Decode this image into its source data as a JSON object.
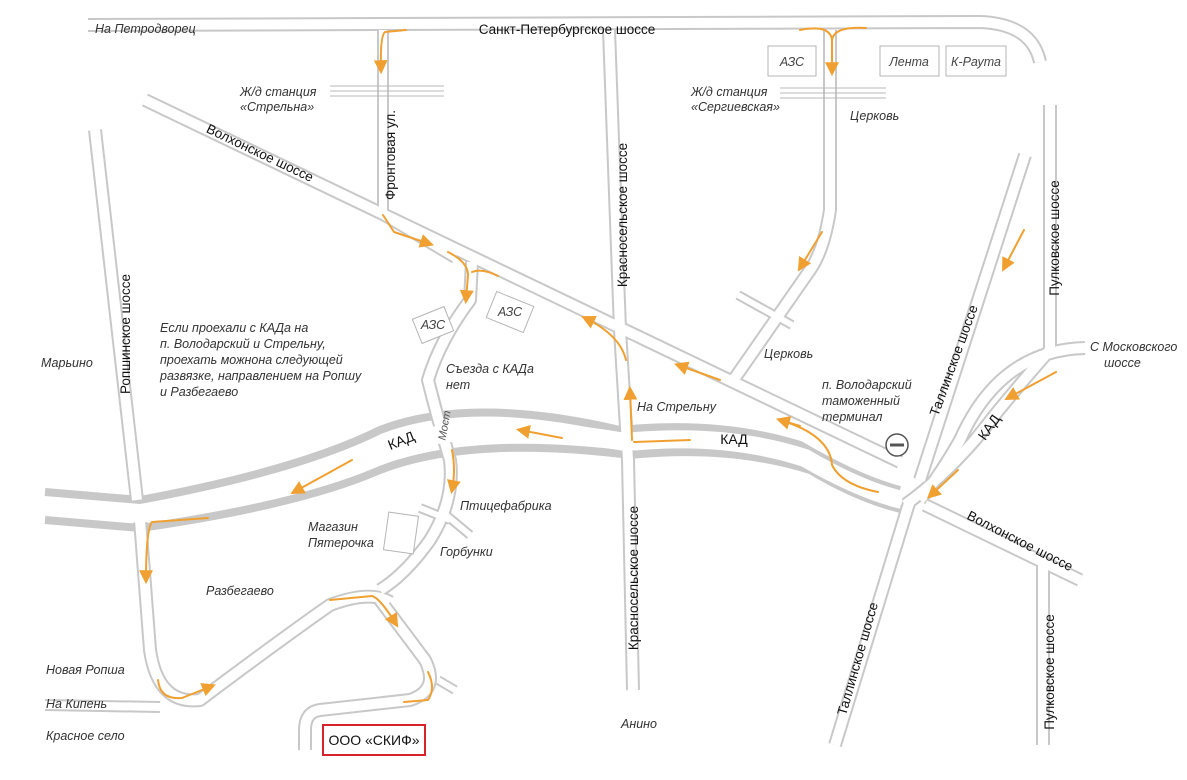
{
  "company": "ООО «СКИФ»",
  "roads": {
    "spb_highway": "Санкт-Петербургское шоссе",
    "volkhonskoe_upper": "Волхонское шоссе",
    "volkhonskoe_lower": "Волхонское шоссе",
    "frontovaya": "Фронтовая ул.",
    "krasnoselskoe_upper": "Красносельское шоссе",
    "krasnoselskoe_lower": "Красносельское шоссе",
    "ropshinskoe": "Ропшинское шоссе",
    "tallinskoe_upper": "Таллинское шоссе",
    "tallinskoe_lower": "Таллинское шоссе",
    "pulkovskoe_upper": "Пулковское шоссе",
    "pulkovskoe_lower": "Пулковское шоссе",
    "kad_left": "КАД",
    "kad_center": "КАД",
    "kad_right": "КАД",
    "most": "Мост"
  },
  "places": {
    "na_petrodvorets": "На Петродворец",
    "station_strelna_1": "Ж/д станция",
    "station_strelna_2": "«Стрельна»",
    "station_sergievskaya_1": "Ж/д станция",
    "station_sergievskaya_2": "«Сергиевская»",
    "church_top": "Церковь",
    "church_mid": "Церковь",
    "marino": "Марьино",
    "note_1": "Если проехали с КАДа на",
    "note_2": "п. Володарский и Стрельну,",
    "note_3": "проехать можнона следующей",
    "note_4": "развязке, направлением на Ропшу",
    "note_5": "и Разбегаево",
    "no_exit_1": "Съезда с КАДа",
    "no_exit_2": "нет",
    "na_strelnu": "На Стрельну",
    "volodarsky_1": "п. Володарский",
    "volodarsky_2": "таможенный",
    "volodarsky_3": "терминал",
    "ptitsefabrika": "Птицефабрика",
    "shop_1": "Магазин",
    "shop_2": "Пятерочка",
    "gorbunki": "Горбунки",
    "razbegaevo": "Разбегаево",
    "novaya_ropsha": "Новая Ропша",
    "na_kipen": "На Кипень",
    "krasnoe_selo": "Красное село",
    "anino": "Анино",
    "from_moscow_1": "С Московского",
    "from_moscow_2": "шоссе"
  },
  "buildings": {
    "azs_top": "АЗС",
    "lenta": "Лента",
    "k_rauta": "К-Раута",
    "azs_mid_1": "АЗС",
    "azs_mid_2": "АЗС"
  },
  "colors": {
    "road_outline": "#c8c8c8",
    "route": "#f0a030",
    "company_border": "#d6242a"
  },
  "icons": {
    "no_entry": "no-entry-sign-icon"
  }
}
